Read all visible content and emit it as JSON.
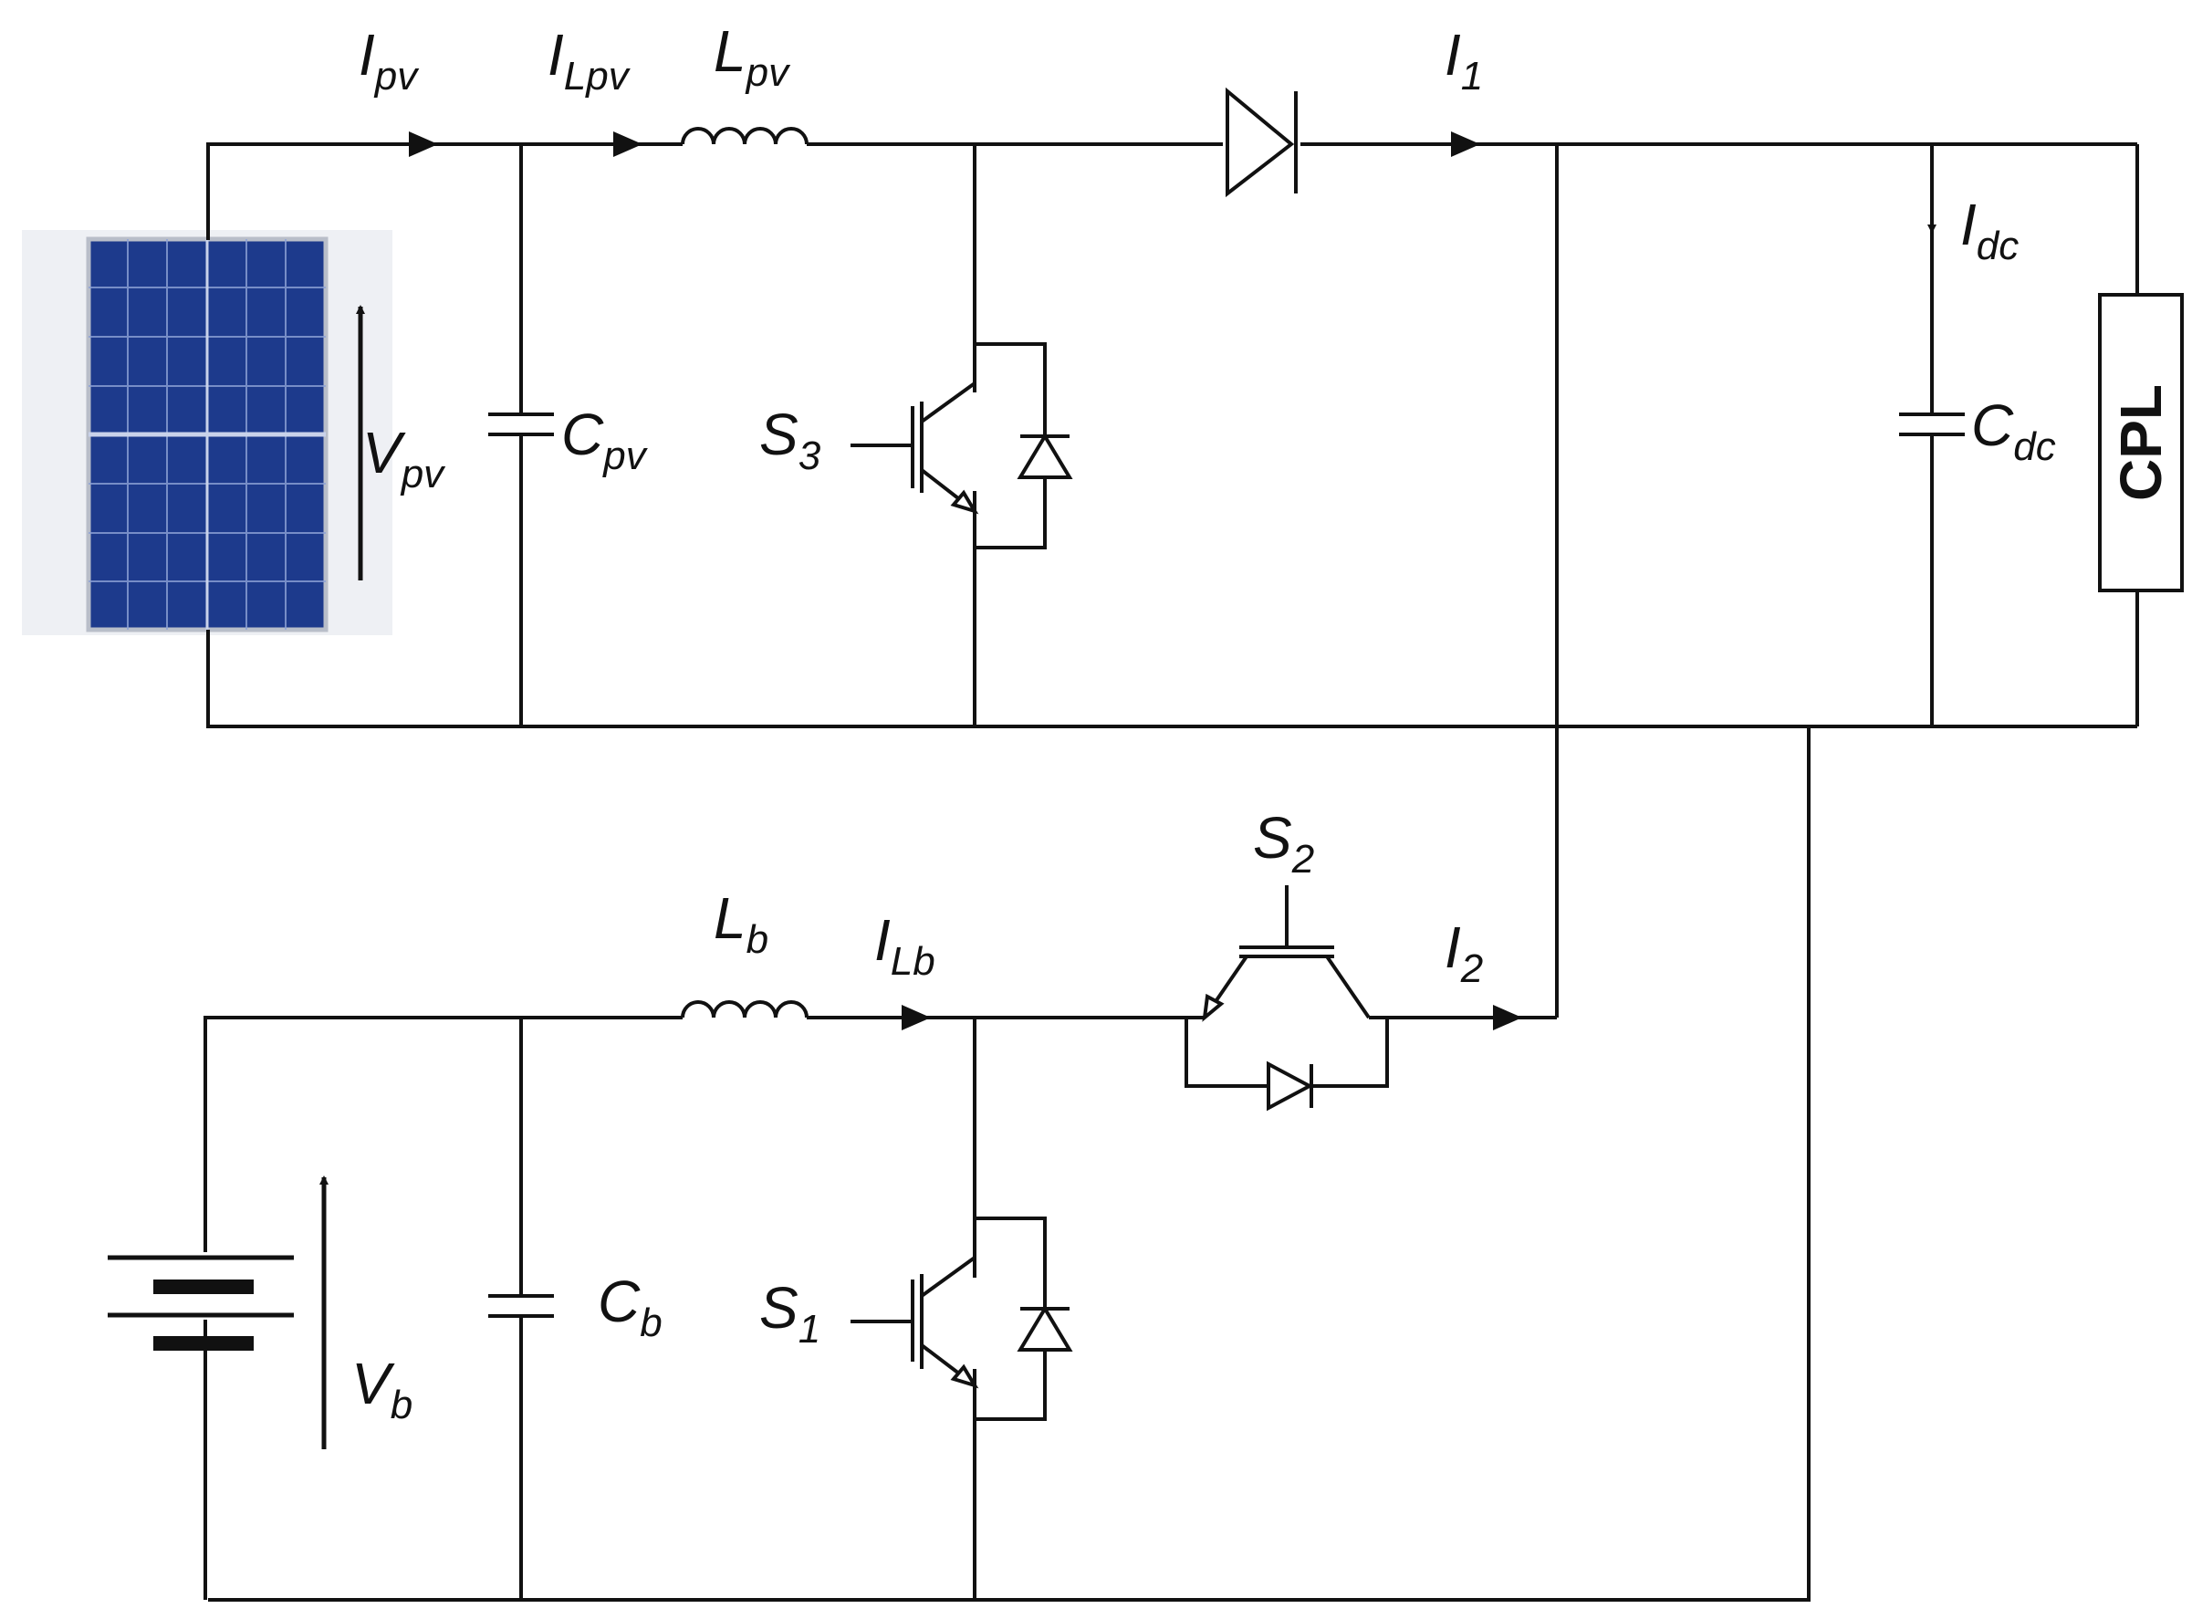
{
  "colors": {
    "wire": "#111111",
    "panel_fill": "#1d3a8c",
    "panel_dark": "#142a66",
    "panel_grid": "#8ea2d6",
    "panel_frame": "#b9bec9"
  },
  "labels": {
    "ipv": {
      "main": "I",
      "sub": "pv"
    },
    "ilpv": {
      "main": "I",
      "sub": "Lpv"
    },
    "lpv": {
      "main": "L",
      "sub": "pv"
    },
    "i1": {
      "main": "I",
      "sub": "1"
    },
    "idc": {
      "main": "I",
      "sub": "dc"
    },
    "vpv": {
      "main": "V",
      "sub": "pv"
    },
    "cpv": {
      "main": "C",
      "sub": "pv"
    },
    "s3": {
      "main": "S",
      "sub": "3"
    },
    "cdc": {
      "main": "C",
      "sub": "dc"
    },
    "cpl": "CPL",
    "s2": {
      "main": "S",
      "sub": "2"
    },
    "lb": {
      "main": "L",
      "sub": "b"
    },
    "ilb": {
      "main": "I",
      "sub": "Lb"
    },
    "i2": {
      "main": "I",
      "sub": "2"
    },
    "vb": {
      "main": "V",
      "sub": "b"
    },
    "cb": {
      "main": "C",
      "sub": "b"
    },
    "s1": {
      "main": "S",
      "sub": "1"
    }
  },
  "icons": {
    "pv_panel": "solar-panel-icon",
    "battery": "battery-icon"
  }
}
